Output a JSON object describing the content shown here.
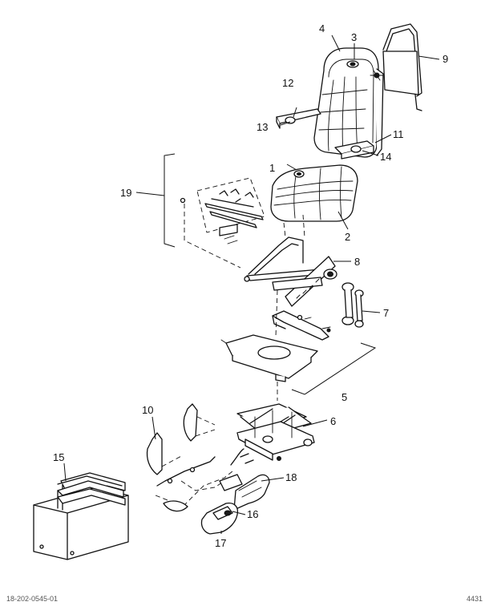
{
  "callouts": {
    "c1": "1",
    "c2": "2",
    "c3": "3",
    "c4": "4",
    "c5": "5",
    "c6": "6",
    "c7": "7",
    "c8": "8",
    "c9": "9",
    "c10": "10",
    "c11": "11",
    "c12": "12",
    "c13": "13",
    "c14": "14",
    "c15": "15",
    "c16": "16",
    "c17": "17",
    "c18": "18",
    "c19": "19"
  },
  "footer": {
    "left": "18-202-0545-01",
    "right": "4431"
  },
  "colors": {
    "line": "#111111",
    "background": "#ffffff"
  }
}
